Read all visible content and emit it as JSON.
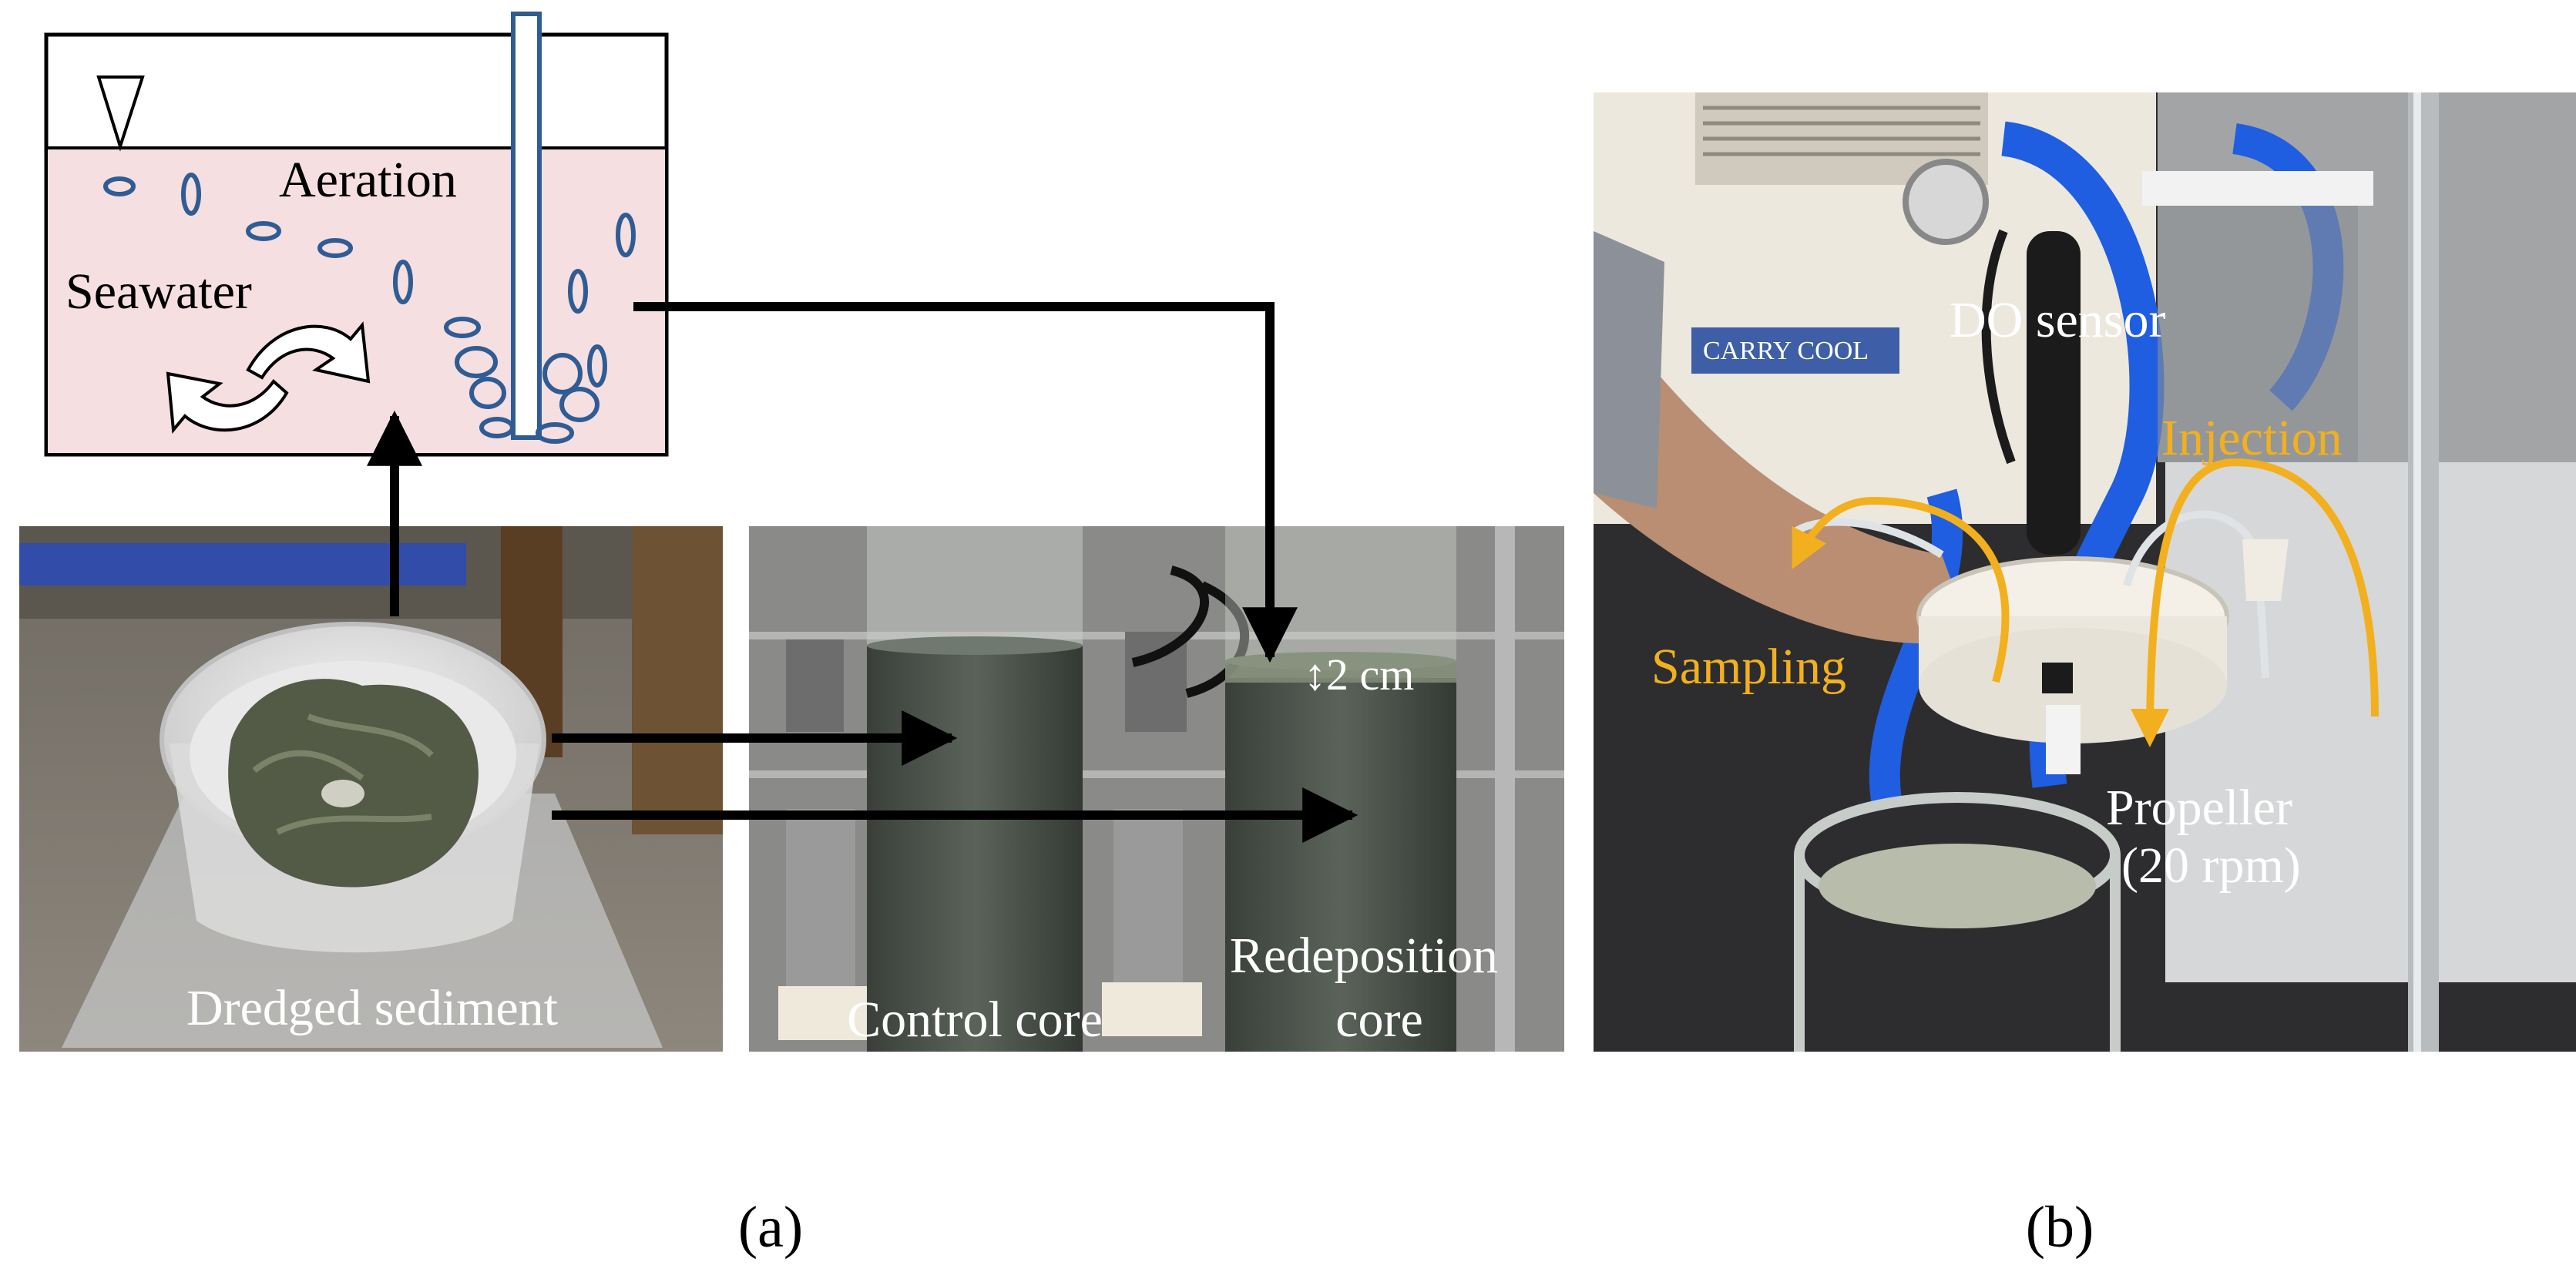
{
  "panel_a": {
    "tank": {
      "label_aeration": "Aeration",
      "label_seawater": "Seawater",
      "water_color": "#f5dfe0"
    },
    "photos": {
      "label_dredged": "Dredged sediment",
      "label_control": "Control core",
      "label_redeposition_1": "Redeposition",
      "label_redeposition_2": "core",
      "label_thickness": "↕2 cm"
    },
    "caption": "(a)"
  },
  "panel_b": {
    "label_do_sensor": "DO sensor",
    "label_injection": "Injection",
    "label_sampling": "Sampling",
    "label_propeller_1": "Propeller",
    "label_propeller_2": "(20 rpm)",
    "device_text_1": "CARRY COOL",
    "accent_color": "#f2b01e",
    "caption": "(b)"
  }
}
